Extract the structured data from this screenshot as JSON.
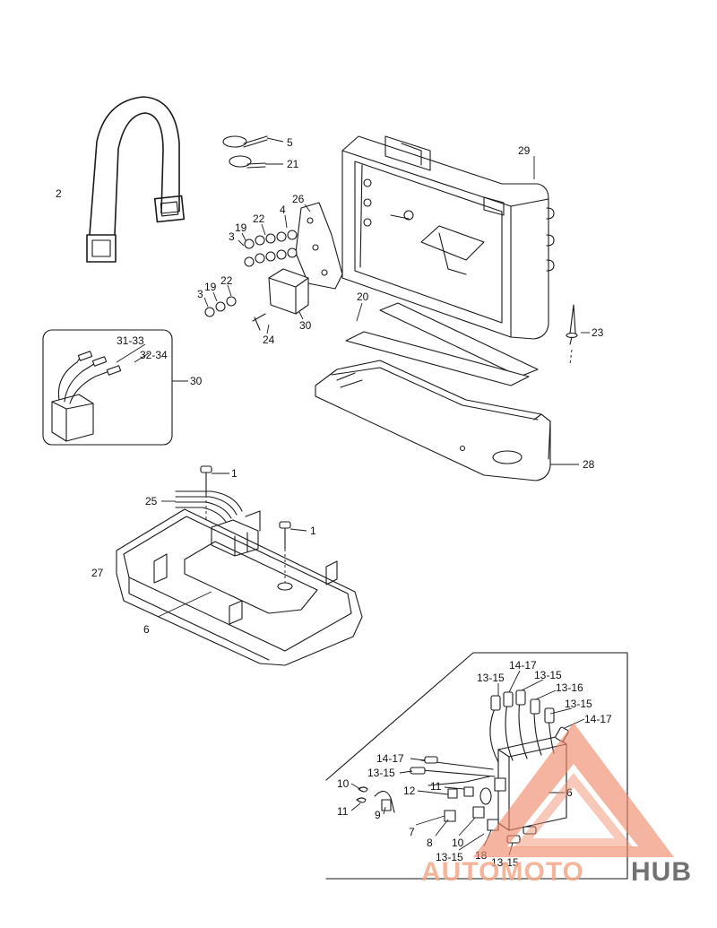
{
  "labels": [
    {
      "id": "p2",
      "text": "2"
    },
    {
      "id": "p5",
      "text": "5"
    },
    {
      "id": "p21",
      "text": "21"
    },
    {
      "id": "p29",
      "text": "29"
    },
    {
      "id": "p26",
      "text": "26"
    },
    {
      "id": "p4",
      "text": "4"
    },
    {
      "id": "p22a",
      "text": "22"
    },
    {
      "id": "p19a",
      "text": "19"
    },
    {
      "id": "p3a",
      "text": "3"
    },
    {
      "id": "p22b",
      "text": "22"
    },
    {
      "id": "p19b",
      "text": "19"
    },
    {
      "id": "p3b",
      "text": "3"
    },
    {
      "id": "p24",
      "text": "24"
    },
    {
      "id": "p30a",
      "text": "30"
    },
    {
      "id": "p20",
      "text": "20"
    },
    {
      "id": "p23",
      "text": "23"
    },
    {
      "id": "p3133",
      "text": "31-33"
    },
    {
      "id": "p3234",
      "text": "32-34"
    },
    {
      "id": "p30b",
      "text": "30"
    },
    {
      "id": "p28",
      "text": "28"
    },
    {
      "id": "p1a",
      "text": "1"
    },
    {
      "id": "p25",
      "text": "25"
    },
    {
      "id": "p1b",
      "text": "1"
    },
    {
      "id": "p27",
      "text": "27"
    },
    {
      "id": "p6a",
      "text": "6"
    },
    {
      "id": "p1315a",
      "text": "13-15"
    },
    {
      "id": "p1417a",
      "text": "14-17"
    },
    {
      "id": "p1315b",
      "text": "13-15"
    },
    {
      "id": "p1316",
      "text": "13-16"
    },
    {
      "id": "p1315c",
      "text": "13-15"
    },
    {
      "id": "p1417b",
      "text": "14-17"
    },
    {
      "id": "p1417c",
      "text": "14-17"
    },
    {
      "id": "p1315d",
      "text": "13-15"
    },
    {
      "id": "p10a",
      "text": "10"
    },
    {
      "id": "p12",
      "text": "12"
    },
    {
      "id": "p11a",
      "text": "11"
    },
    {
      "id": "p11b",
      "text": "11"
    },
    {
      "id": "p9",
      "text": "9"
    },
    {
      "id": "p7",
      "text": "7"
    },
    {
      "id": "p6b",
      "text": "6"
    },
    {
      "id": "p8",
      "text": "8"
    },
    {
      "id": "p10b",
      "text": "10"
    },
    {
      "id": "p18",
      "text": "18"
    },
    {
      "id": "p1315e",
      "text": "13-15"
    },
    {
      "id": "p1315f",
      "text": "13-15"
    }
  ],
  "watermark": {
    "part1": "AUTOMOTO",
    "part2": "HUB",
    "color_primary": "#f08a6a",
    "color_secondary": "#5a5a5a"
  }
}
